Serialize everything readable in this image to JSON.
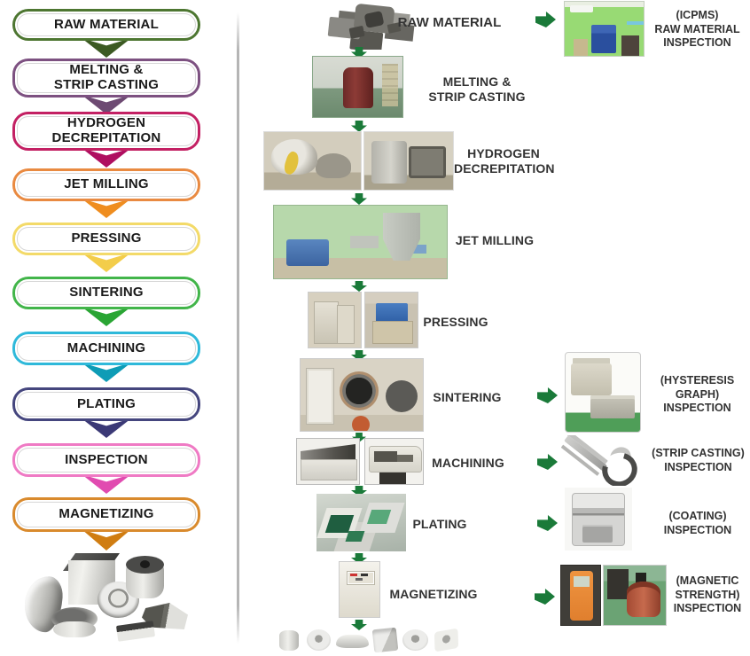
{
  "colors": {
    "arrow_green": "#1a7a39",
    "label_text": "#333333",
    "divider_gray": "#b5b5b5"
  },
  "left_flow": {
    "steps": [
      {
        "label": "RAW MATERIAL",
        "color": "#4d7631",
        "arrow_color": "#3c5a23"
      },
      {
        "label": "MELTING &\nSTRIP CASTING",
        "color": "#7d5181",
        "arrow_color": "#6d4a72"
      },
      {
        "label": "HYDROGEN\nDECREPITATION",
        "color": "#c32063",
        "arrow_color": "#af0f60"
      },
      {
        "label": "JET MILLING",
        "color": "#e98a41",
        "arrow_color": "#ef8d1f"
      },
      {
        "label": "PRESSING",
        "color": "#f3da69",
        "arrow_color": "#f3cd4a"
      },
      {
        "label": "SINTERING",
        "color": "#42b54a",
        "arrow_color": "#2aa534"
      },
      {
        "label": "MACHINING",
        "color": "#2fb9da",
        "arrow_color": "#0e9cb6"
      },
      {
        "label": "PLATING",
        "color": "#45467e",
        "arrow_color": "#3b3976"
      },
      {
        "label": "INSPECTION",
        "color": "#ef7ac4",
        "arrow_color": "#e14bb0"
      },
      {
        "label": "MAGNETIZING",
        "color": "#d98a2d",
        "arrow_color": "#d07d12"
      }
    ]
  },
  "process_flow": {
    "steps": [
      {
        "label": "RAW MATERIAL"
      },
      {
        "label": "MELTING &\nSTRIP CASTING"
      },
      {
        "label": "HYDROGEN\nDECREPITATION"
      },
      {
        "label": "JET MILLING"
      },
      {
        "label": "PRESSING"
      },
      {
        "label": "SINTERING"
      },
      {
        "label": "MACHINING"
      },
      {
        "label": "PLATING"
      },
      {
        "label": "MAGNETIZING"
      }
    ]
  },
  "inspections": [
    {
      "label": "(ICPMS)\nRAW MATERIAL\nINSPECTION"
    },
    {
      "label": "(HYSTERESIS\nGRAPH)\nINSPECTION"
    },
    {
      "label": "(STRIP CASTING)\nINSPECTION"
    },
    {
      "label": "(COATING)\nINSPECTION"
    },
    {
      "label": "(MAGNETIC\nSTRENGTH)\nINSPECTION"
    }
  ],
  "photos": {
    "raw_material": "rare-earth ore chunks",
    "melting_strip_casting": "vacuum melting furnace room",
    "hydrogen_decrepitation": "hydrogen decrepitation furnaces (2 photos)",
    "jet_milling": "jet milling equipment line",
    "pressing": "press machines (2 photos)",
    "sintering": "vacuum sintering furnace",
    "machining": "CNC machining centers (2 photos)",
    "plating": "electroplating tanks",
    "magnetizing": "magnetizing cabinet",
    "finished_magnets": "assorted silver magnet shapes",
    "magnet_shapes_row": "six small magnet shapes",
    "icpms_inspection": "ICPMS laboratory",
    "hysteresis_inspection": "hysteresis graph tester",
    "strip_casting_inspection": "vernier caliper and micrometer",
    "coating_inspection": "coating thickness tester",
    "magnetic_strength_inspection": "gauss meter and magnetizing coil"
  }
}
